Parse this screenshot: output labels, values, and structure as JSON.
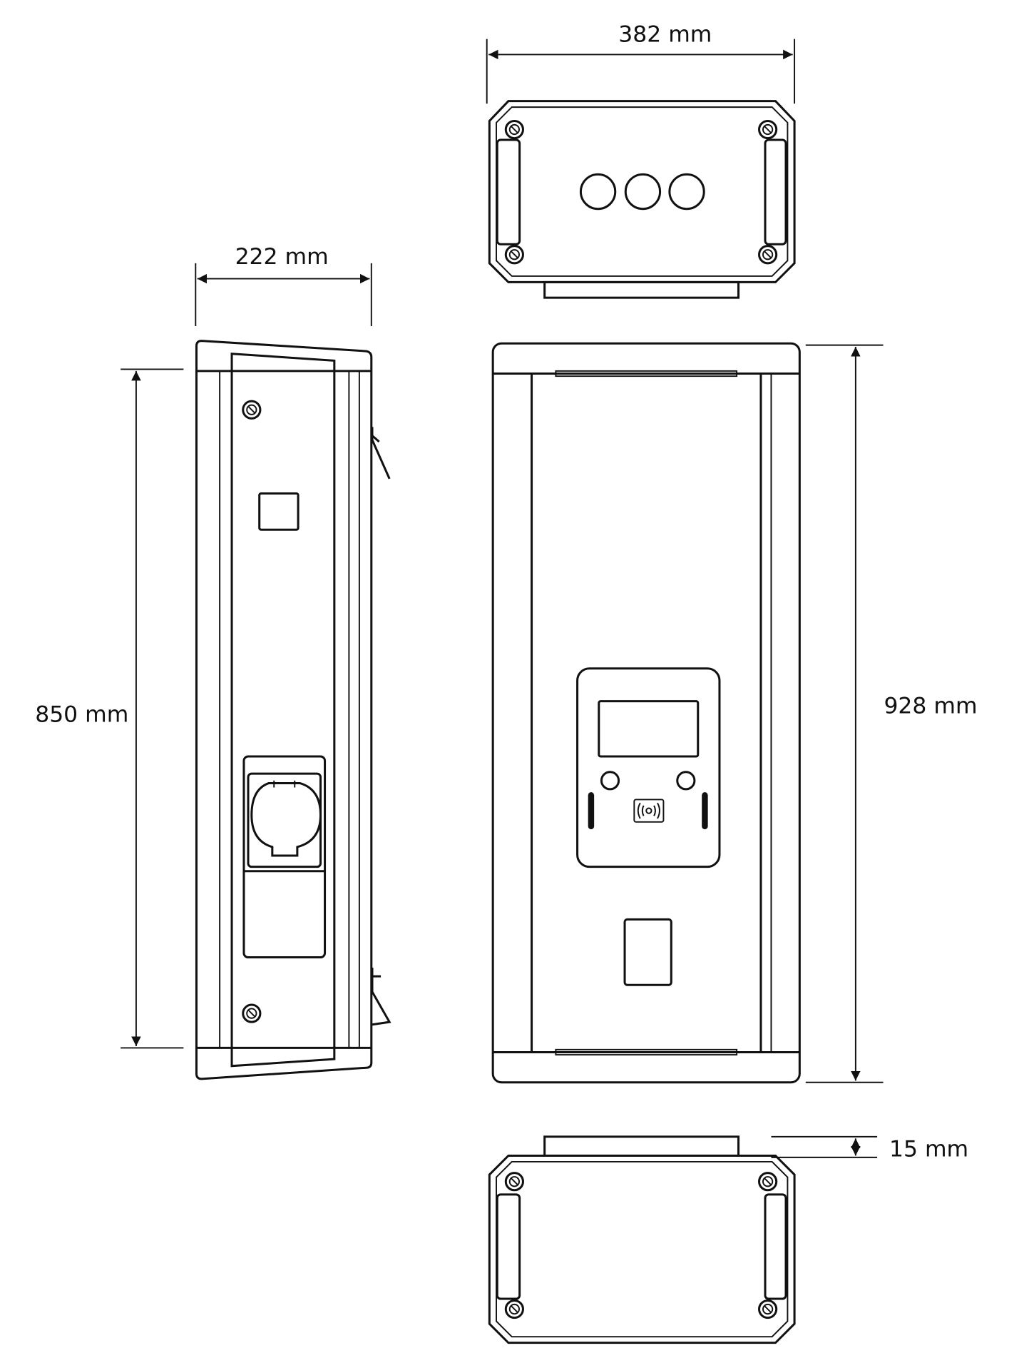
{
  "title": "Charging station dimension drawing",
  "dimensions": {
    "top_width": "382 mm",
    "side_depth": "222 mm",
    "side_height": "850 mm",
    "front_height": "928 mm",
    "flange_depth": "15 mm"
  },
  "colors": {
    "line": "#111111",
    "background": "#ffffff"
  },
  "icons": [
    "rfid-icon",
    "screw-icon",
    "charging-socket-icon"
  ]
}
